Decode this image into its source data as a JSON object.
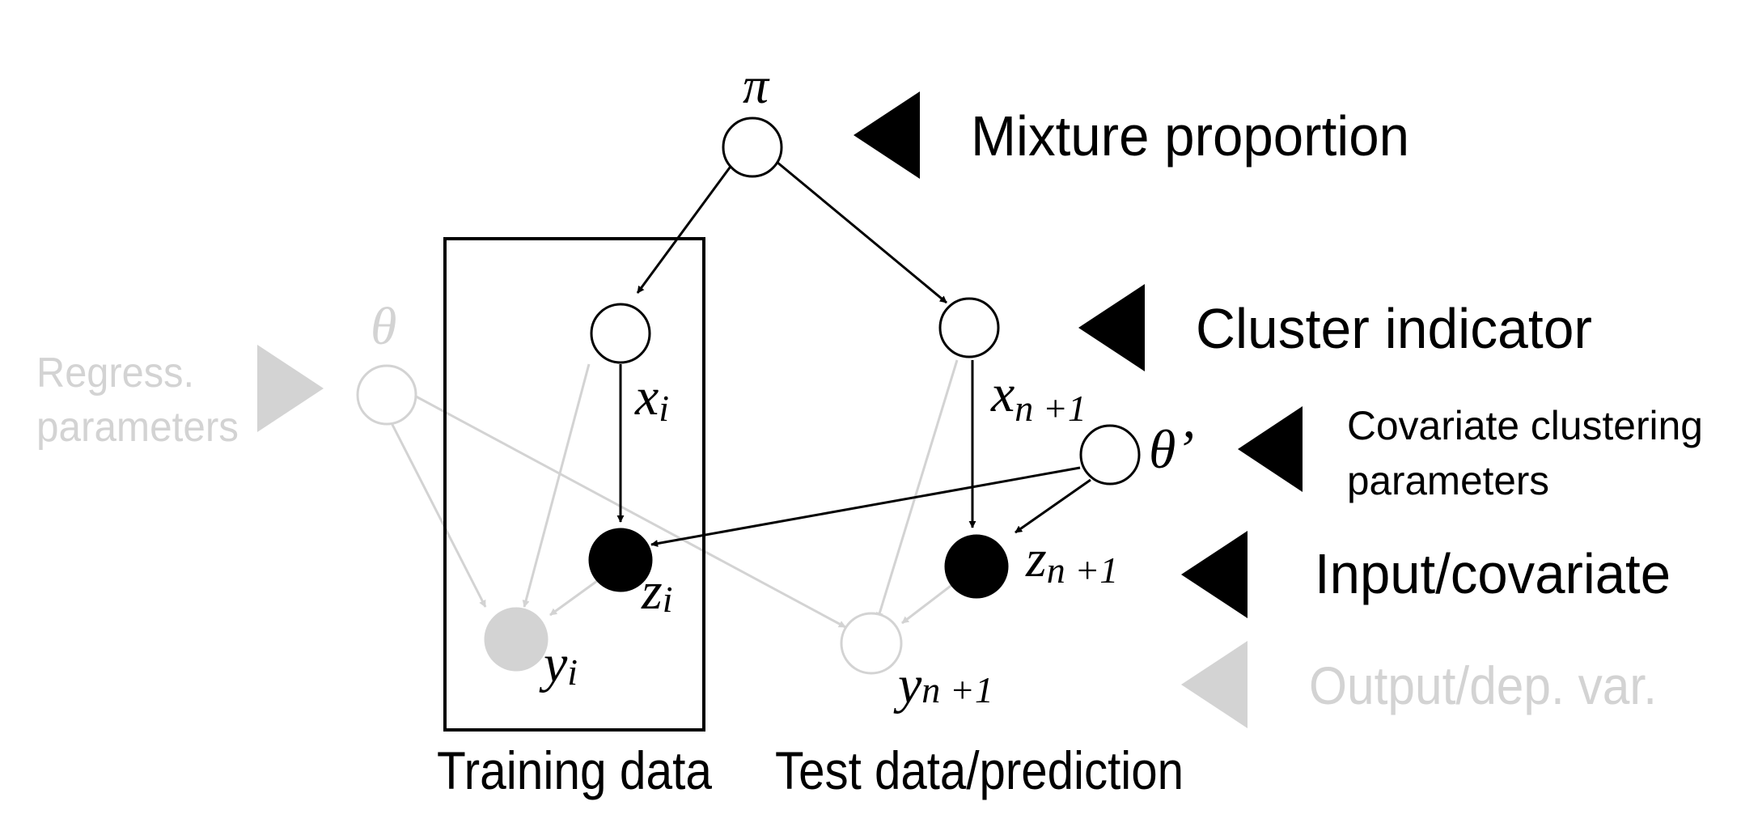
{
  "colors": {
    "active": "#000000",
    "faded": "#d3d3d3",
    "background": "#ffffff"
  },
  "nodes": {
    "pi": {
      "symbol": "π"
    },
    "x_i": {
      "symbol": "x",
      "sub": "i"
    },
    "x_next": {
      "symbol": "x",
      "sub": "n +1"
    },
    "theta": {
      "symbol": "θ"
    },
    "theta_prime": {
      "symbol": "θ’"
    },
    "z_i": {
      "symbol": "z",
      "sub": "i"
    },
    "z_next": {
      "symbol": "z",
      "sub": "n +1"
    },
    "y_i": {
      "symbol": "y",
      "sub": "i"
    },
    "y_next": {
      "symbol": "y",
      "sub": "n +1"
    }
  },
  "legend": {
    "mixture": "Mixture proportion",
    "cluster": "Cluster indicator",
    "covariate_params_line1": "Covariate clustering",
    "covariate_params_line2": "parameters",
    "input": "Input/covariate",
    "output": "Output/dep. var.",
    "regress_line1": "Regress.",
    "regress_line2": "parameters"
  },
  "captions": {
    "training": "Training data",
    "test": "Test data/prediction"
  }
}
